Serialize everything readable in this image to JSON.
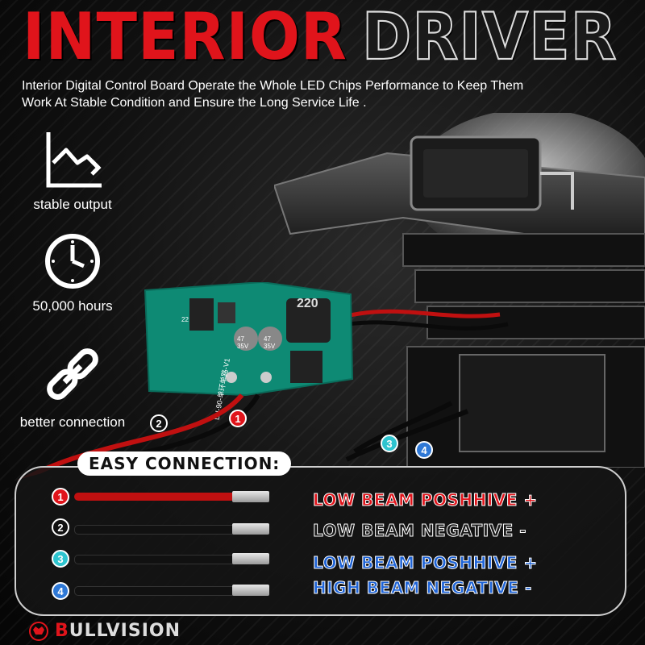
{
  "title": {
    "word1": "INTERIOR",
    "word2": "DRIVER"
  },
  "subtitle": "Interior Digital Control Board Operate the Whole LED Chips Performance to Keep Them Work At Stable Condition and Ensure the Long Service Life .",
  "features": [
    {
      "label": "stable output",
      "icon": "trend-line-icon"
    },
    {
      "label": "50,000 hours",
      "icon": "clock-icon"
    },
    {
      "label": "better connection",
      "icon": "chain-link-icon"
    }
  ],
  "pcb": {
    "model": "LH-90-单环单路-V1",
    "inductor": "220",
    "cap1": "47 35V",
    "cap2": "47 35V",
    "chip": "22"
  },
  "wire_badges": [
    "1",
    "2",
    "3",
    "4"
  ],
  "easy_connection": {
    "title": "EASY CONNECTION:",
    "rows": [
      {
        "num": "1",
        "text": "LOW BEAM POSHHIVE +",
        "color": "#e0141b",
        "wire": "#c01010"
      },
      {
        "num": "2",
        "text": "LOW BEAM NEGATIVE -",
        "color": "#1a1a1a",
        "wire": "#111111"
      },
      {
        "num": "3",
        "text": "LOW BEAM POSHHIVE +",
        "color": "#1e63d6",
        "wire": "#111111"
      },
      {
        "num": "4",
        "text": "HIGH BEAM NEGATIVE -",
        "color": "#1e63d6",
        "wire": "#111111"
      }
    ],
    "badge_colors": [
      "#e0141b",
      "#111111",
      "#2ec4cf",
      "#2e78d6"
    ]
  },
  "brand": {
    "first": "B",
    "rest": "ULLVISION"
  }
}
